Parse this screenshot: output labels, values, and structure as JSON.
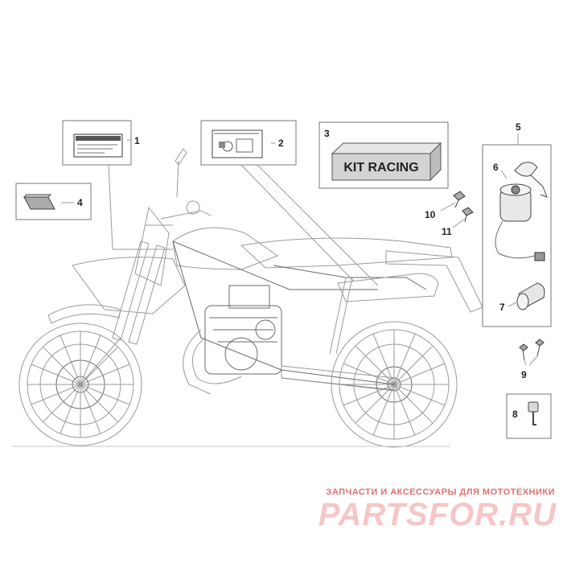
{
  "diagram": {
    "callouts": [
      "1",
      "2",
      "3",
      "4",
      "5",
      "6",
      "7",
      "8",
      "9",
      "10",
      "11"
    ],
    "kit_label": "KIT RACING"
  },
  "watermark": {
    "tagline": "ЗАПЧАСТИ И АКСЕССУАРЫ ДЛЯ МОТОТЕХНИКИ",
    "logo": "PARTSFOR.RU"
  },
  "colors": {
    "line": "#9a9a9a",
    "watermark_text": "#e07070",
    "watermark_logo": "#f4b8b8"
  }
}
